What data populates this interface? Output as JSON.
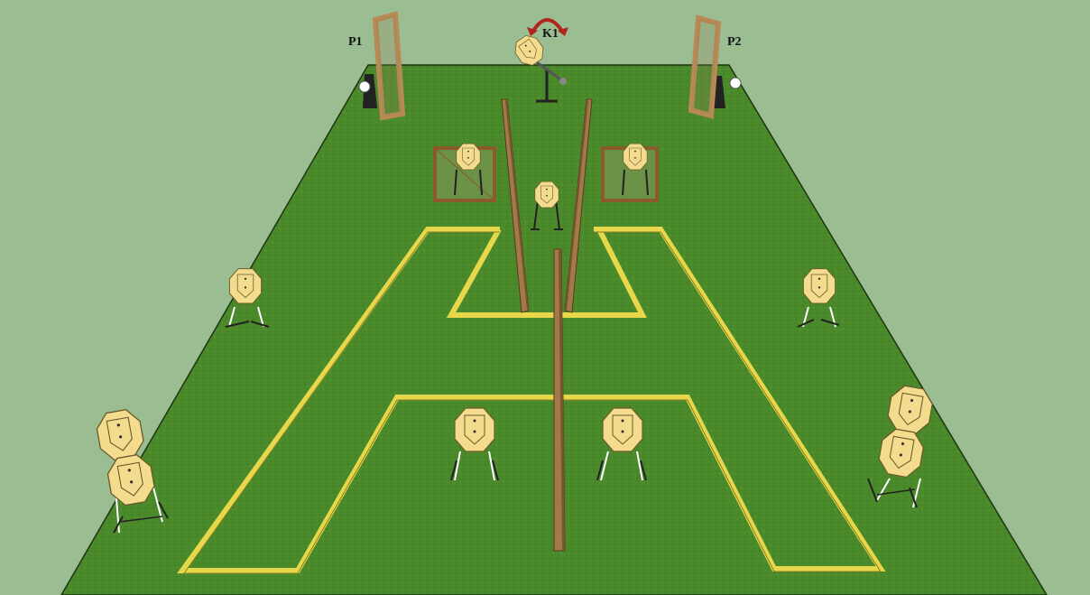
{
  "labels": {
    "p1": "P1",
    "p2": "P2",
    "k1": "K1"
  },
  "colors": {
    "background": "#9bbd92",
    "grass": "#4c8a2a",
    "grass_dark": "#3b7420",
    "fault_line": "#e6d84a",
    "wood": "#b98a55",
    "target": "#f3dc8e",
    "rotation_arrow": "#b0261c"
  },
  "icons": {
    "rotation": "rotate-arrow-icon",
    "marker": "white-dot-icon"
  }
}
